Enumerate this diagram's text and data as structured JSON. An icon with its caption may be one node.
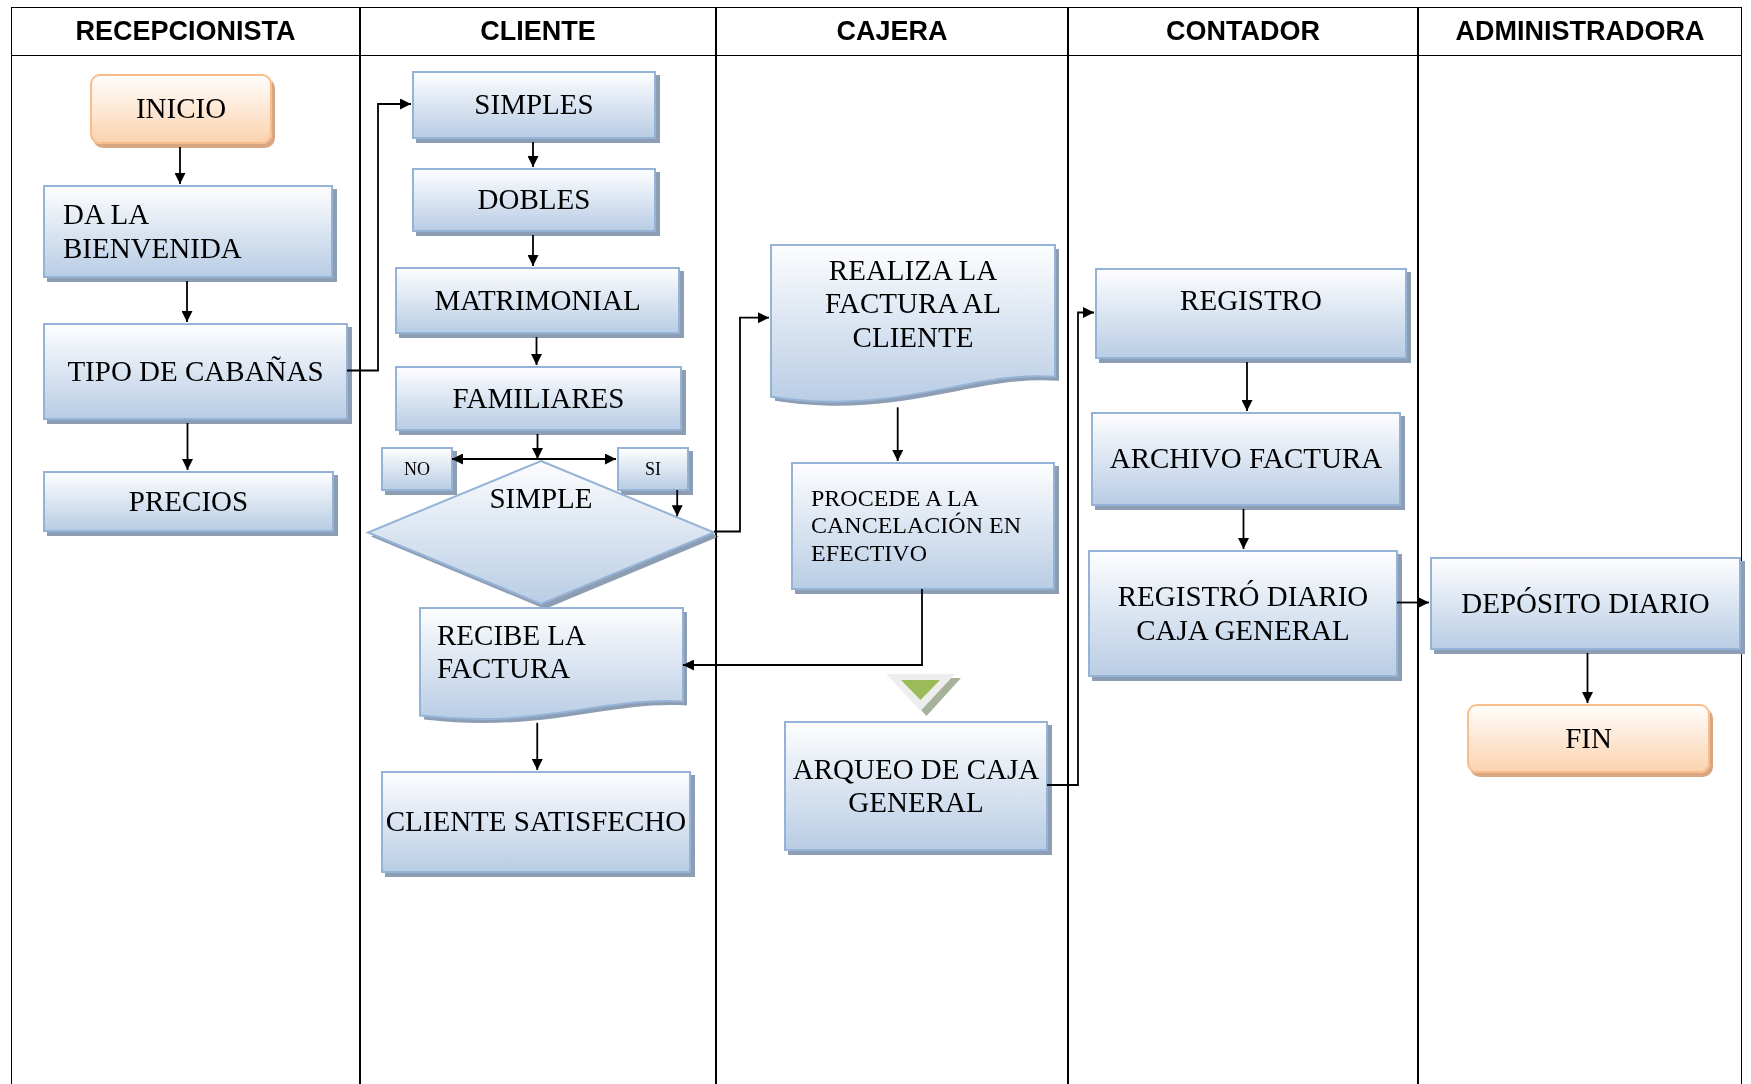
{
  "diagram": {
    "nodes": [
      {
        "text": [
          "RECEPCIONISTA"
        ]
      },
      {
        "text": [
          "INICIO"
        ],
        "in": 0
      },
      {
        "text": [
          "DA LA BIENVENIDA"
        ],
        "in": 0
      },
      {
        "text": [
          "TIPO DE CABAÑAS"
        ],
        "in": 0
      },
      {
        "text": [
          "PRECIOS"
        ],
        "in": 0
      },
      {
        "text": [
          "CLIENTE"
        ]
      },
      {
        "text": [
          "SIMPLES"
        ],
        "in": 5
      },
      {
        "text": [
          "DOBLES"
        ],
        "in": 5
      },
      {
        "text": [
          "MATRIMONIAL"
        ],
        "in": 5
      },
      {
        "text": [
          "FAMILIARES"
        ],
        "in": 5
      },
      {
        "text": [
          "NO"
        ],
        "in": 5
      },
      {
        "text": [
          "SI"
        ],
        "in": 5
      },
      {
        "text": [
          "SIMPLE"
        ],
        "in": 5
      },
      {
        "text": [
          "RECIBE LA FACTURA"
        ],
        "in": 5
      },
      {
        "text": [
          "CLIENTE SATISFECHO"
        ],
        "in": 5
      },
      {
        "text": [
          "CAJERA"
        ]
      },
      {
        "text": [
          "REALIZA LA FACTURA AL CLIENTE"
        ],
        "in": 15
      },
      {
        "text": [
          "PROCEDE A LA CANCELACIÓN EN EFECTIVO"
        ],
        "in": 15
      },
      {
        "text": [],
        "shape": "triangle",
        "in": 15
      },
      {
        "text": [
          "ARQUEO DE CAJA GENERAL"
        ],
        "in": 15
      },
      {
        "text": [
          "CONTADOR"
        ]
      },
      {
        "text": [
          "REGISTRO"
        ],
        "in": 20
      },
      {
        "text": [
          "ARCHIVO FACTURA"
        ],
        "in": 20
      },
      {
        "text": [
          "REGISTRÓ DIARIO CAJA GENERAL"
        ],
        "in": 20
      },
      {
        "text": [
          "ADMINISTRADORA"
        ]
      },
      {
        "text": [
          "DEPÓSITO DIARIO"
        ],
        "in": 24
      },
      {
        "text": [
          "FIN"
        ],
        "in": 24
      }
    ],
    "edges": [
      {
        "from": 1,
        "to": 2,
        "arrow": "to"
      },
      {
        "from": 2,
        "to": 3,
        "arrow": "to"
      },
      {
        "from": 3,
        "to": 4,
        "arrow": "to"
      },
      {
        "from": 3,
        "to": 6,
        "arrow": "to"
      },
      {
        "from": 6,
        "to": 7,
        "arrow": "to"
      },
      {
        "from": 7,
        "to": 8,
        "arrow": "to"
      },
      {
        "from": 8,
        "to": 9,
        "arrow": "to"
      },
      {
        "from": 9,
        "to": 12,
        "arrow": "to"
      },
      {
        "from": 12,
        "to": 10,
        "arrow": "to"
      },
      {
        "from": 12,
        "to": 11,
        "arrow": "to"
      },
      {
        "from": 11,
        "to": 12,
        "arrow": "to"
      },
      {
        "from": 12,
        "to": 16,
        "arrow": "to"
      },
      {
        "from": 16,
        "to": 17,
        "arrow": "to"
      },
      {
        "from": 17,
        "to": 13,
        "arrow": "to"
      },
      {
        "from": 13,
        "to": 14,
        "arrow": "to"
      },
      {
        "from": 19,
        "to": 21,
        "arrow": "to"
      },
      {
        "from": 21,
        "to": 22,
        "arrow": "to"
      },
      {
        "from": 22,
        "to": 23,
        "arrow": "to"
      },
      {
        "from": 23,
        "to": 25,
        "arrow": "to"
      },
      {
        "from": 25,
        "to": 26,
        "arrow": "to"
      }
    ]
  }
}
